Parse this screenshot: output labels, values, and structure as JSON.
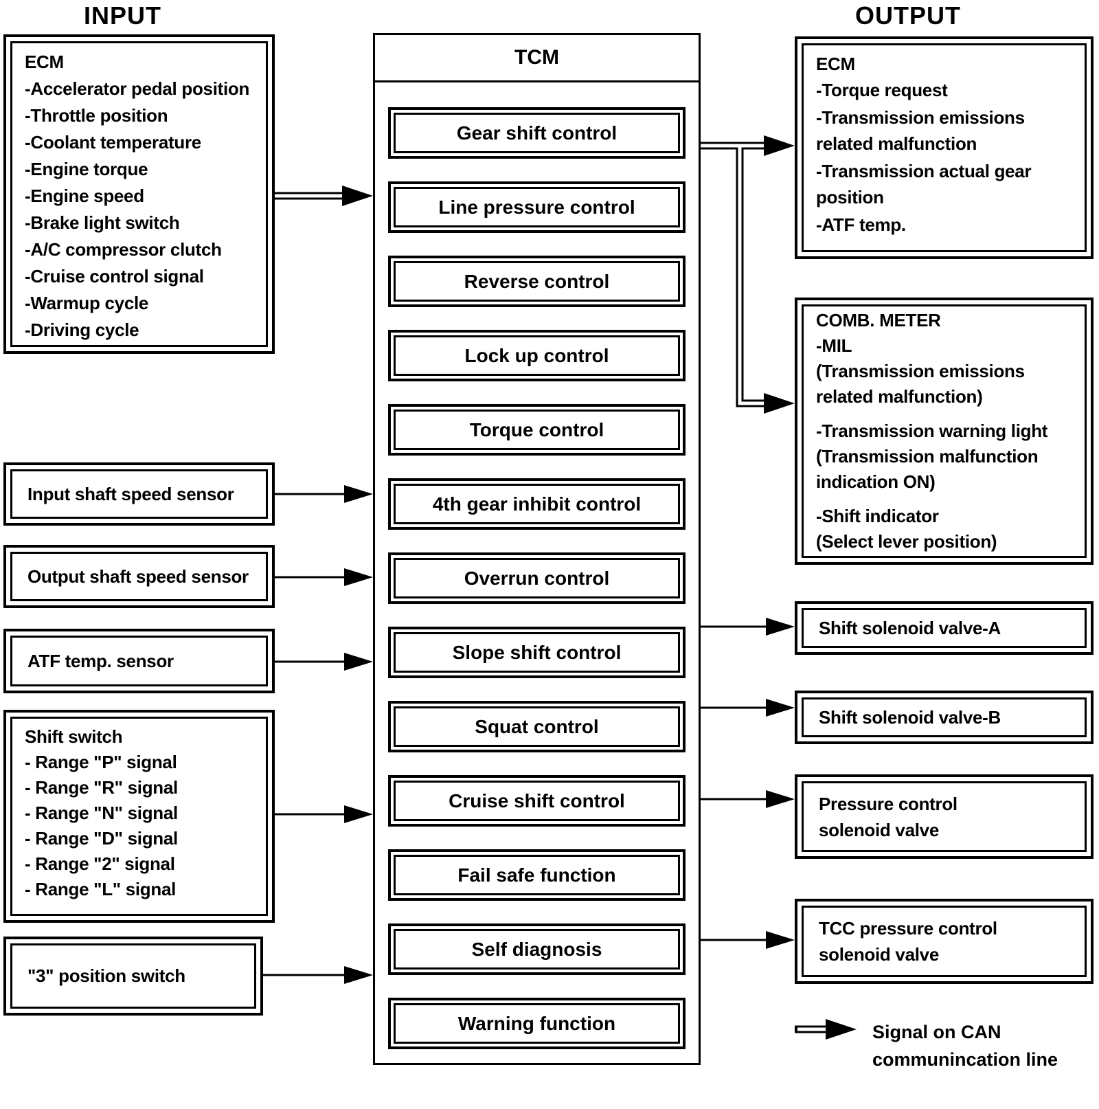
{
  "headings": {
    "input": "INPUT",
    "output": "OUTPUT"
  },
  "colors": {
    "line": "#000000",
    "background": "#ffffff",
    "text": "#000000"
  },
  "input": {
    "ecm": {
      "title": "ECM",
      "items": [
        "-Accelerator pedal position",
        "-Throttle position",
        "-Coolant temperature",
        "-Engine torque",
        "-Engine speed",
        "-Brake light switch",
        "-A/C compressor clutch",
        "-Cruise control signal",
        "-Warmup cycle",
        "-Driving cycle"
      ]
    },
    "input_shaft": {
      "label": "Input shaft speed sensor"
    },
    "output_shaft": {
      "label": "Output shaft speed sensor"
    },
    "atf": {
      "label": "ATF temp. sensor"
    },
    "shift_switch": {
      "title": "Shift switch",
      "items": [
        "- Range \"P\" signal",
        "- Range \"R\" signal",
        "- Range \"N\" signal",
        "- Range \"D\" signal",
        "- Range \"2\" signal",
        "- Range \"L\" signal"
      ]
    },
    "three_position": {
      "label": "\"3\" position switch"
    }
  },
  "tcm": {
    "title": "TCM",
    "functions": [
      "Gear shift control",
      "Line pressure control",
      "Reverse control",
      "Lock up control",
      "Torque control",
      "4th gear inhibit control",
      "Overrun control",
      "Slope shift control",
      "Squat control",
      "Cruise shift control",
      "Fail safe function",
      "Self diagnosis",
      "Warning function"
    ]
  },
  "output": {
    "ecm": {
      "title": "ECM",
      "items": [
        "-Torque request",
        "-Transmission emissions\n related malfunction",
        "-Transmission actual gear\n position",
        "-ATF temp."
      ]
    },
    "comb_meter": {
      "title": "COMB. METER",
      "items": [
        "-MIL\n (Transmission emissions\n  related malfunction)",
        "-Transmission warning light\n (Transmission malfunction\n  indication ON)",
        "-Shift indicator\n (Select lever position)"
      ]
    },
    "shift_solenoid_a": {
      "label": "Shift solenoid valve-A"
    },
    "shift_solenoid_b": {
      "label": "Shift solenoid valve-B"
    },
    "pressure_solenoid": {
      "label": "Pressure control\nsolenoid valve"
    },
    "tcc_solenoid": {
      "label": "TCC pressure control\nsolenoid valve"
    }
  },
  "legend": {
    "label": "Signal on CAN\ncommunincation line"
  }
}
